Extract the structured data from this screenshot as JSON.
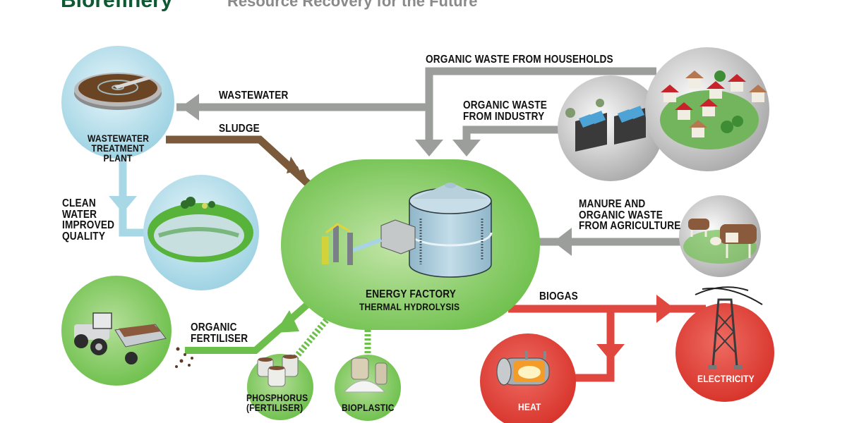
{
  "header": {
    "title": "Biorefinery",
    "subtitle": "Resource Recovery for the Future"
  },
  "colors": {
    "title_green": "#0d5a32",
    "subtitle_gray": "#8a8a8a",
    "flow_gray": "#9c9e9c",
    "sludge_brown": "#7a5a3a",
    "water_blue": "#a8d8e6",
    "product_green": "#6cbf4a",
    "energy_red": "#e0473e"
  },
  "nodes": {
    "wastewater_plant": {
      "label": [
        "WASTEWATER",
        "TREATMENT",
        "PLANT"
      ],
      "icon": "clarifier-tank-icon"
    },
    "clean_water": {
      "icon": "pond-icon"
    },
    "energy_factory": {
      "title": "ENERGY FACTORY",
      "subtitle": "THERMAL HYDROLYSIS",
      "icon": "digester-tank-icon"
    },
    "industry": {
      "icon": "factory-icon"
    },
    "households": {
      "icon": "houses-icon"
    },
    "agriculture": {
      "icon": "cows-icon"
    },
    "fertiliser_field": {
      "icon": "tractor-icon"
    },
    "phosphorus": {
      "label": [
        "PHOSPHORUS",
        "(FERTILISER)"
      ],
      "icon": "sacks-icon"
    },
    "bioplastic": {
      "label": "BIOPLASTIC",
      "icon": "powder-sacks-icon"
    },
    "heat": {
      "label": "HEAT",
      "icon": "boiler-icon"
    },
    "electricity": {
      "label": "ELECTRICITY",
      "icon": "pylon-icon"
    }
  },
  "flows": {
    "wastewater": "WASTEWATER",
    "sludge": "SLUDGE",
    "households": "ORGANIC WASTE FROM HOUSEHOLDS",
    "industry": [
      "ORGANIC WASTE",
      "FROM INDUSTRY"
    ],
    "agriculture": [
      "MANURE AND",
      "ORGANIC WASTE",
      "FROM AGRICULTURE"
    ],
    "clean_water": [
      "CLEAN",
      "WATER",
      "IMPROVED",
      "QUALITY"
    ],
    "organic_fertiliser": [
      "ORGANIC",
      "FERTILISER"
    ],
    "biogas": "BIOGAS"
  }
}
